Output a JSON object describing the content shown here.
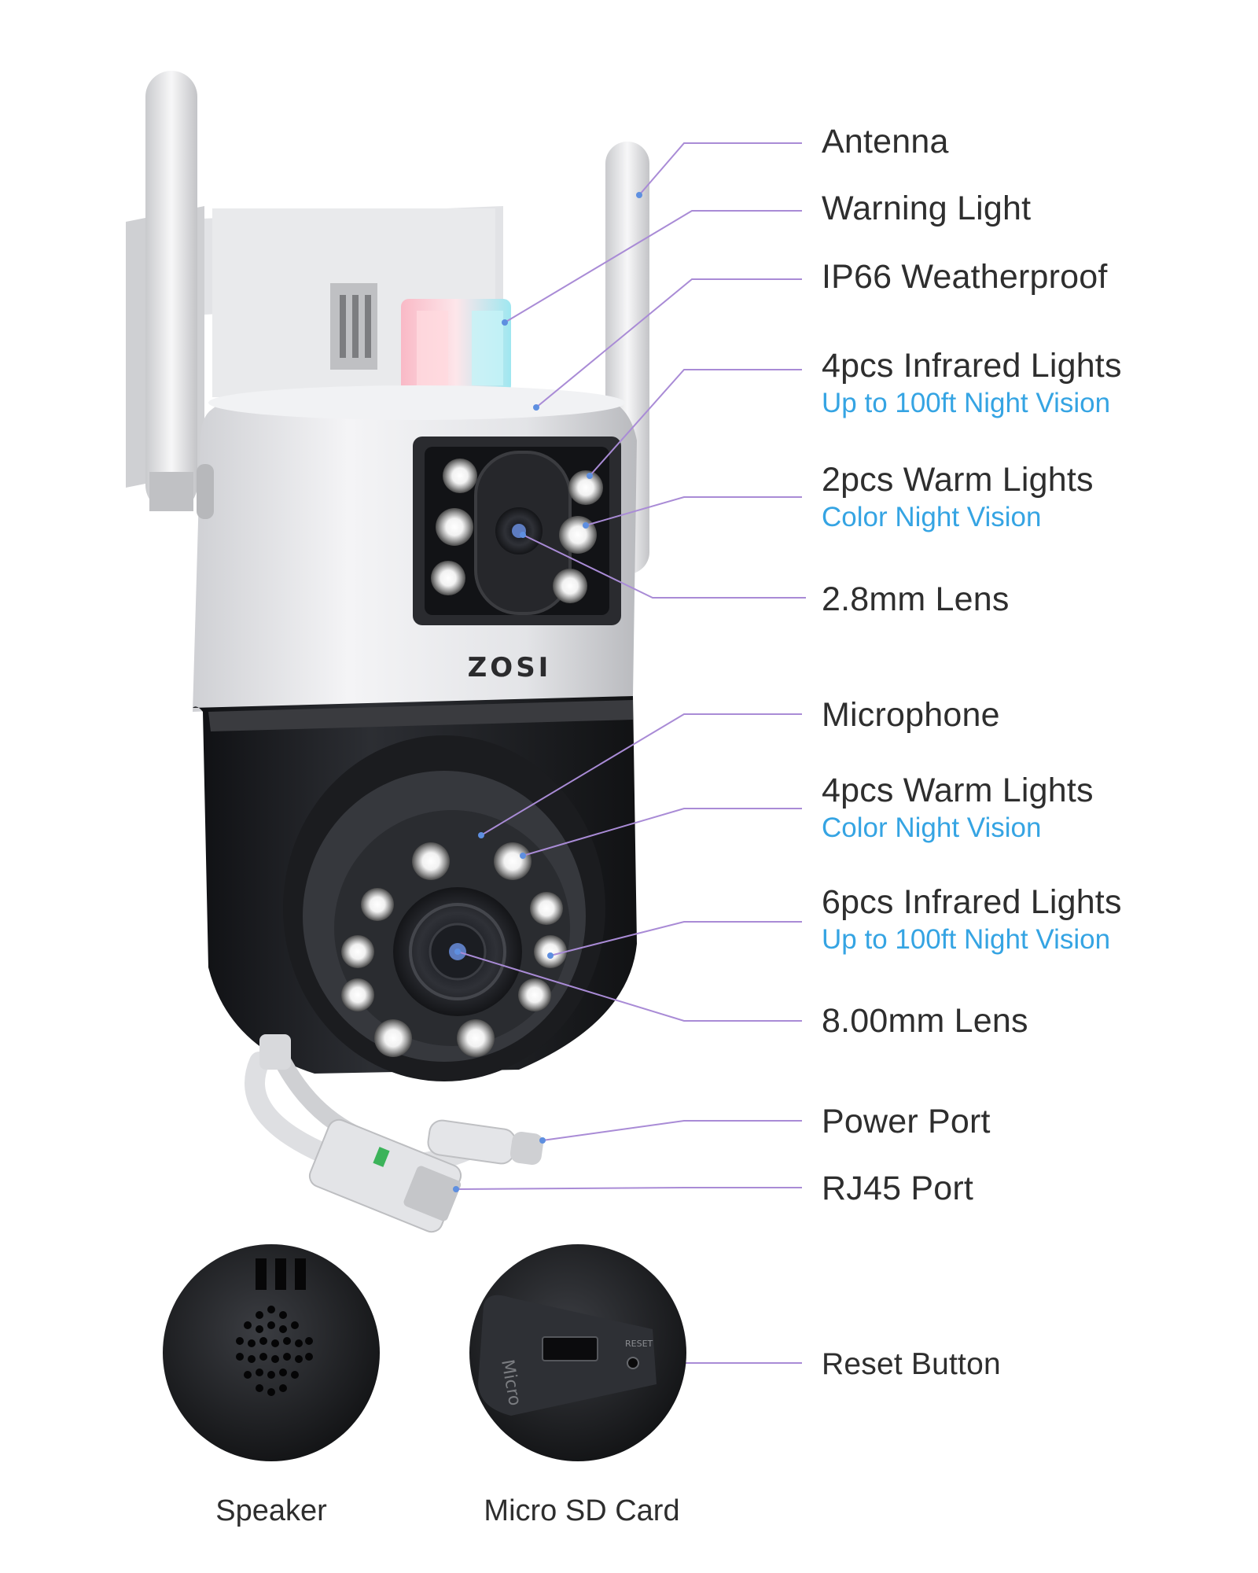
{
  "brand": {
    "logo_text": "ZOSI"
  },
  "callouts": {
    "antenna": {
      "title": "Antenna"
    },
    "warning_light": {
      "title": "Warning Light"
    },
    "weatherproof": {
      "title": "IP66 Weatherproof"
    },
    "ir_lights_top": {
      "title": "4pcs Infrared Lights",
      "sub": "Up to 100ft Night Vision"
    },
    "warm_lights_top": {
      "title": "2pcs Warm Lights",
      "sub": "Color Night Vision"
    },
    "lens_top": {
      "title": "2.8mm Lens"
    },
    "microphone": {
      "title": "Microphone"
    },
    "warm_lights_bottom": {
      "title": "4pcs Warm Lights",
      "sub": "Color Night Vision"
    },
    "ir_lights_bottom": {
      "title": "6pcs Infrared Lights",
      "sub": "Up to 100ft Night Vision"
    },
    "lens_bottom": {
      "title": "8.00mm Lens"
    },
    "power_port": {
      "title": "Power Port"
    },
    "rj45_port": {
      "title": "RJ45 Port"
    },
    "reset_button": {
      "title": "Reset Button"
    }
  },
  "details": {
    "speaker": {
      "caption": "Speaker"
    },
    "micro_sd": {
      "caption": "Micro SD Card",
      "slot_label": "Micro",
      "reset_label": "RESET"
    }
  },
  "colors": {
    "leader_line": "#a98bd6",
    "subtitle": "#35a4e3",
    "camera_body": "#e9e9eb",
    "camera_dark": "#1e1f22"
  }
}
